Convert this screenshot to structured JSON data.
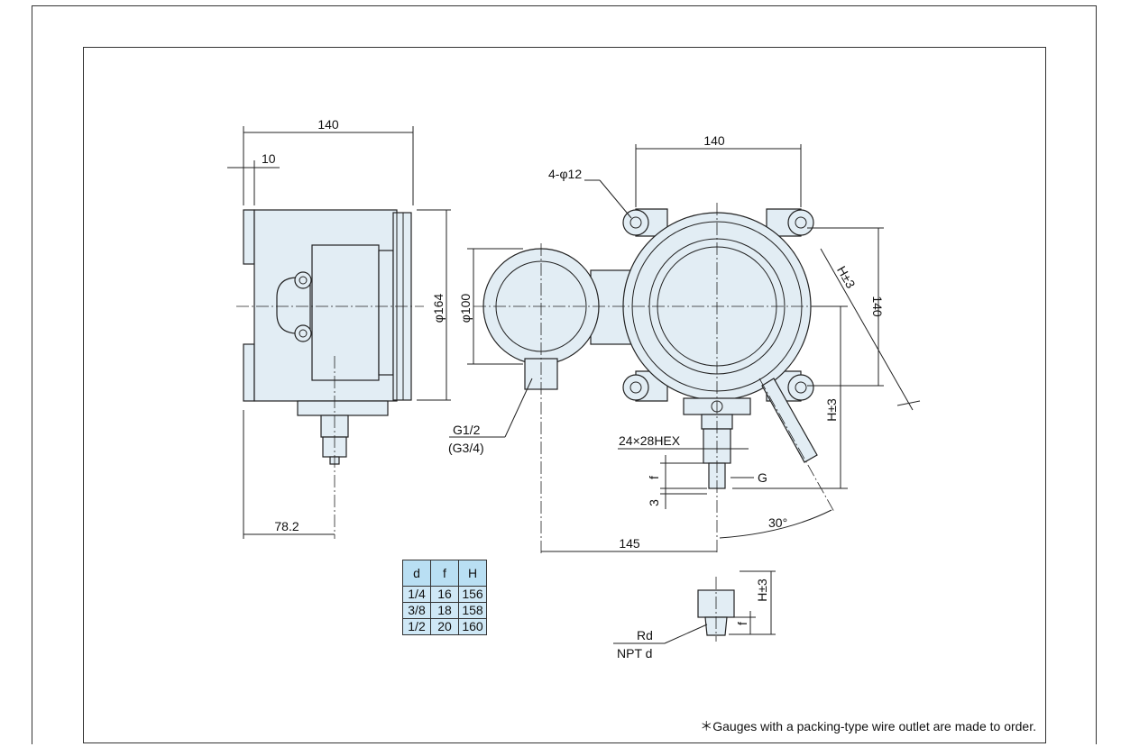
{
  "dimensions": {
    "side_width": "140",
    "side_flange": "10",
    "side_dia": "φ164",
    "side_offset": "78.2",
    "front_width": "140",
    "front_height": "140",
    "holes": "4-φ12",
    "box_dia": "φ100",
    "conduit_line1": "G1/2",
    "conduit_line2": "(G3/4)",
    "hex": "24×28HEX",
    "g_label": "G",
    "f_label": "f",
    "three_label": "3",
    "h_diag": "H±3",
    "h_vert": "H±3",
    "angle": "30°",
    "offset_145": "145",
    "detail_h": "H±3",
    "detail_f": "f",
    "thread_line1": "Rd",
    "thread_line2": "NPT d"
  },
  "table": {
    "headers": [
      "d",
      "f",
      "H"
    ],
    "rows": [
      [
        "1/4",
        "16",
        "156"
      ],
      [
        "3/8",
        "18",
        "158"
      ],
      [
        "1/2",
        "20",
        "160"
      ]
    ]
  },
  "footnote": "＊Gauges with a packing-type wire outlet are made to order."
}
